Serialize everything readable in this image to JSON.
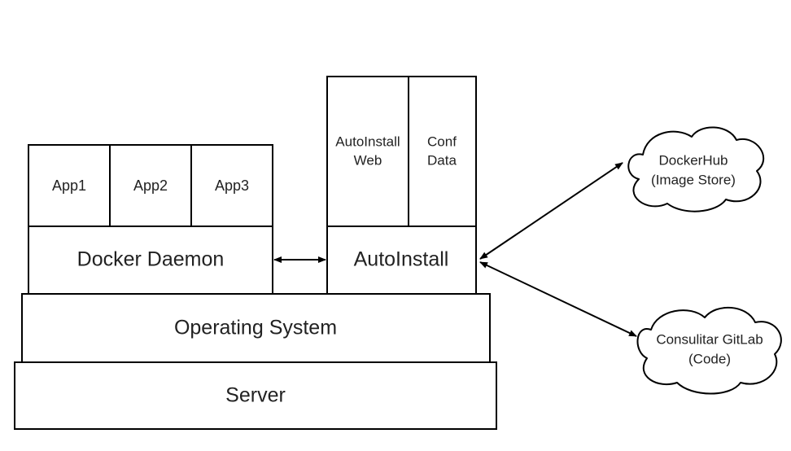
{
  "diagram": {
    "server": "Server",
    "os": "Operating System",
    "docker_daemon": "Docker Daemon",
    "apps": [
      "App1",
      "App2",
      "App3"
    ],
    "autoinstall": "AutoInstall",
    "autoinstall_web": [
      "AutoInstall",
      "Web"
    ],
    "conf_data": [
      "Conf",
      "Data"
    ],
    "dockerhub": [
      "DockerHub",
      "(Image Store)"
    ],
    "gitlab": [
      "Consulitar GitLab",
      "(Code)"
    ]
  }
}
